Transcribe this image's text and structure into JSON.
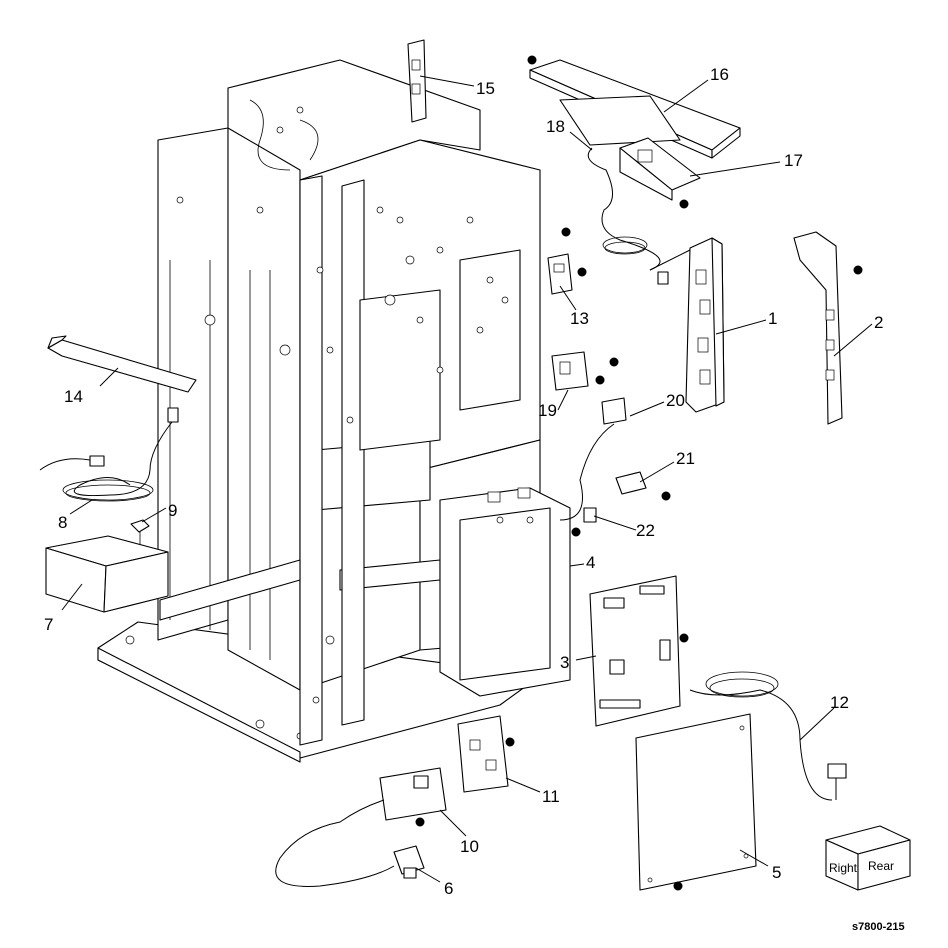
{
  "callouts": [
    "1",
    "2",
    "3",
    "4",
    "5",
    "6",
    "7",
    "8",
    "9",
    "10",
    "11",
    "12",
    "13",
    "14",
    "15",
    "16",
    "17",
    "18",
    "19",
    "20",
    "21",
    "22"
  ],
  "orientation_cube": {
    "right_label": "Right",
    "rear_label": "Rear"
  },
  "figure_ref": "s7800-215",
  "colors": {
    "line": "#000000",
    "background": "#ffffff"
  }
}
